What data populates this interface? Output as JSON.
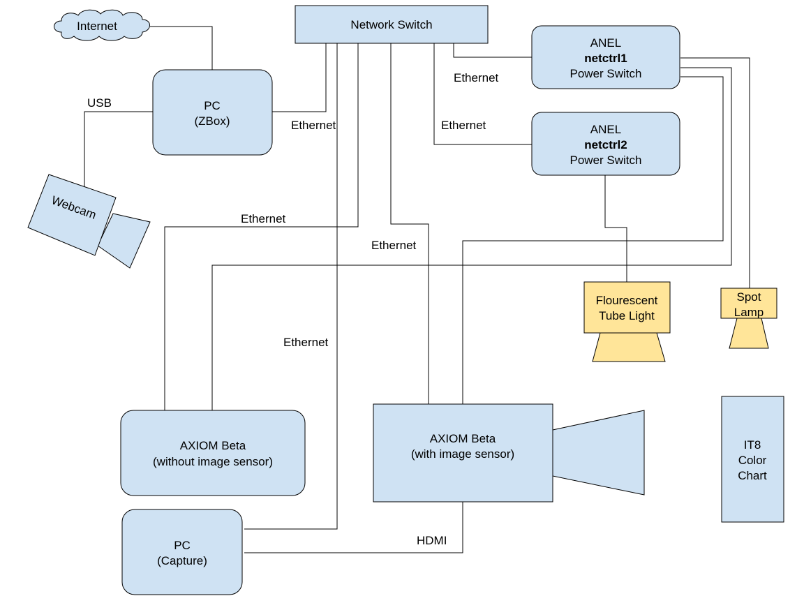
{
  "nodes": {
    "internet": "Internet",
    "network_switch": "Network Switch",
    "pc_zbox": {
      "line1": "PC",
      "line2": "(ZBox)"
    },
    "netctrl1": {
      "line1": "ANEL",
      "line2": "netctrl1",
      "line3": "Power Switch"
    },
    "netctrl2": {
      "line1": "ANEL",
      "line2": "netctrl2",
      "line3": "Power Switch"
    },
    "webcam": "Webcam",
    "tube_light": {
      "line1": "Flourescent",
      "line2": "Tube Light"
    },
    "spot_lamp": {
      "line1": "Spot",
      "line2": "Lamp"
    },
    "axiom_no_sensor": {
      "line1": "AXIOM Beta",
      "line2": "(without image sensor)"
    },
    "axiom_sensor": {
      "line1": "AXIOM Beta",
      "line2": "(with image sensor)"
    },
    "it8_chart": {
      "line1": "IT8",
      "line2": "Color",
      "line3": "Chart"
    },
    "pc_capture": {
      "line1": "PC",
      "line2": "(Capture)"
    }
  },
  "edge_labels": {
    "usb": "USB",
    "ethernet": "Ethernet",
    "hdmi": "HDMI"
  },
  "colors": {
    "device_fill": "#cfe2f3",
    "light_fill": "#ffe599",
    "line": "#000000"
  }
}
